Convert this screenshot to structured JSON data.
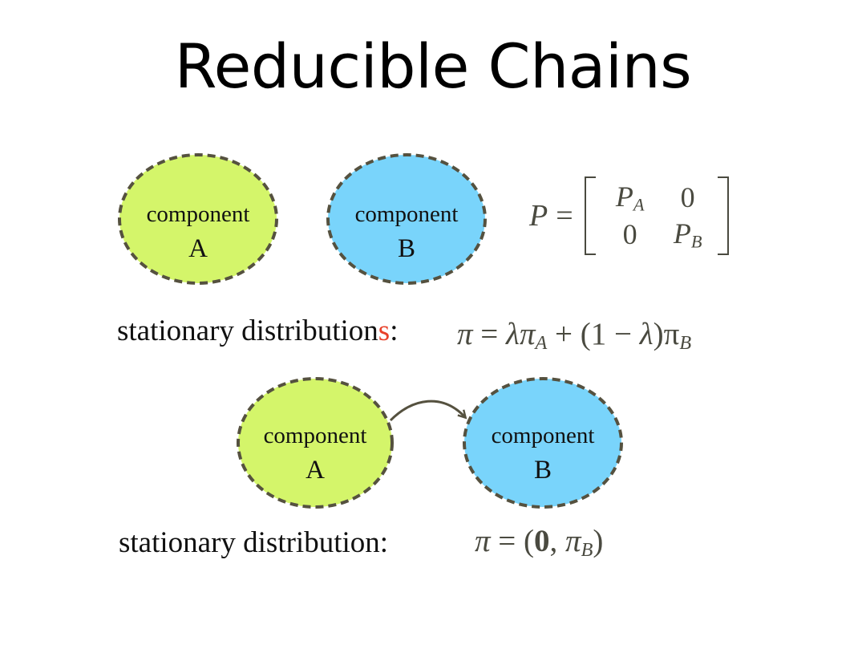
{
  "slide": {
    "title": "Reducible Chains"
  },
  "top_diagram": {
    "node_a": {
      "line1": "component",
      "line2": "A",
      "fill": "#d4f56a"
    },
    "node_b": {
      "line1": "component",
      "line2": "B",
      "fill": "#79d4fb"
    },
    "matrix": {
      "lhs": "P",
      "eq": "=",
      "r1c1": "P",
      "r1c1_sub": "A",
      "r1c2": "0",
      "r2c1": "0",
      "r2c2": "P",
      "r2c2_sub": "B"
    },
    "label": {
      "text": "stationary distribution",
      "highlight": "s",
      "colon": ":"
    },
    "formula": {
      "pi": "π",
      "eq": " = ",
      "lambda": "λπ",
      "sub_a": "A",
      "mid": " + (1 − ",
      "lambda2": "λ",
      "close": ")π",
      "sub_b": "B"
    }
  },
  "bottom_diagram": {
    "node_a": {
      "line1": "component",
      "line2": "A",
      "fill": "#d4f56a"
    },
    "node_b": {
      "line1": "component",
      "line2": "B",
      "fill": "#79d4fb"
    },
    "label": {
      "text": "stationary  distribution:"
    },
    "formula": {
      "pi": "π",
      "eq": " = (",
      "zero": "0",
      "comma": ", ",
      "pib": "π",
      "sub_b": "B",
      "close": ")"
    }
  },
  "colors": {
    "dash_stroke": "#55513f",
    "math_text": "#4a4a40",
    "highlight_red": "#e8412a"
  }
}
